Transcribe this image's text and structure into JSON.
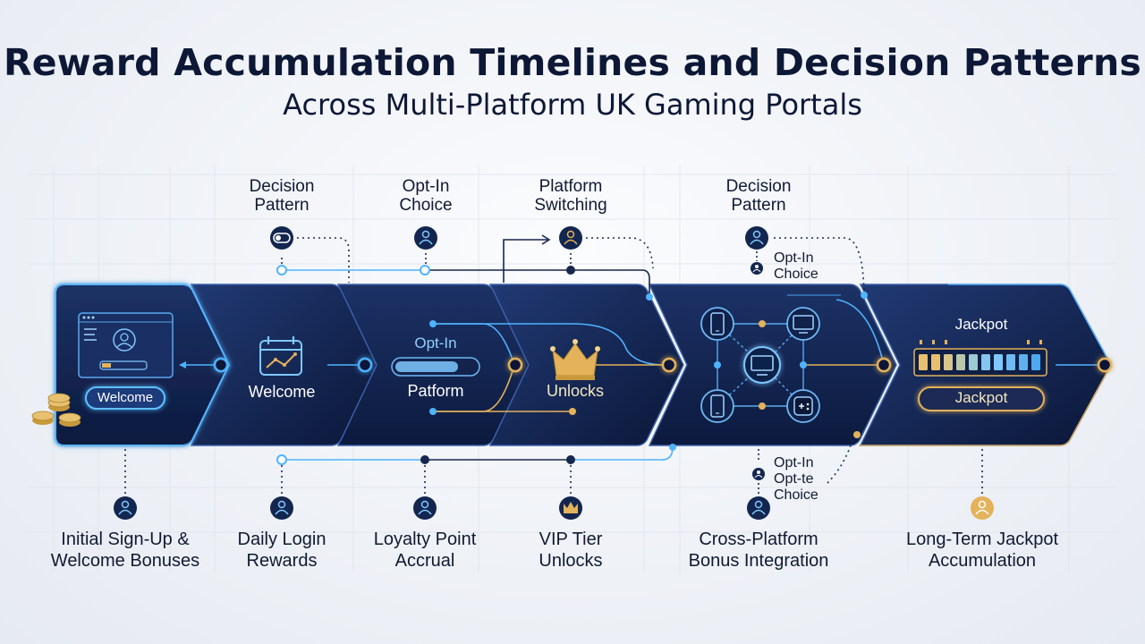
{
  "title": "Reward Accumulation Timelines and Decision Patterns",
  "subtitle": "Across Multi-Platform UK Gaming Portals",
  "top_labels": {
    "decision_pattern_1": [
      "Decision",
      "Pattern"
    ],
    "opt_in_choice": [
      "Opt-In",
      "Choice"
    ],
    "platform_switching": [
      "Platform",
      "Switching"
    ],
    "decision_pattern_2": [
      "Decision",
      "Pattern"
    ],
    "opt_in_choice_side": [
      "Opt-In",
      "Choice"
    ]
  },
  "stages": [
    {
      "inner_label": "Welcome",
      "bottom_label": [
        "Initial Sign-Up &",
        "Welcome Bonuses"
      ]
    },
    {
      "inner_label": "Welcome",
      "bottom_label": [
        "Daily Login",
        "Rewards"
      ]
    },
    {
      "inner_label_top": "Opt-In",
      "inner_label": "Patform",
      "bottom_label": [
        "Loyalty Point",
        "Accrual"
      ]
    },
    {
      "inner_label": "Unlocks",
      "bottom_label": [
        "VIP Tier",
        "Unlocks"
      ]
    },
    {
      "inner_label": "",
      "bottom_label": [
        "Cross-Platform",
        "Bonus Integration"
      ]
    },
    {
      "inner_label_top": "Jackpot",
      "inner_label": "Jackpot",
      "bottom_label": [
        "Long-Term Jackpot",
        "Accumulation"
      ]
    }
  ],
  "bottom_side_label": [
    "Opt-In",
    "Opt-te",
    "Choice"
  ],
  "colors": {
    "navy": "#13264f",
    "navy_dark": "#0b1838",
    "glow_blue": "#4fb3ff",
    "gold": "#e3b25a",
    "text": "#0f1b3a"
  },
  "icons": [
    "person-icon",
    "coin-stack-icon",
    "calendar-chart-icon",
    "crown-icon",
    "monitor-icon",
    "phone-icon",
    "network-icon",
    "toggle-icon"
  ]
}
